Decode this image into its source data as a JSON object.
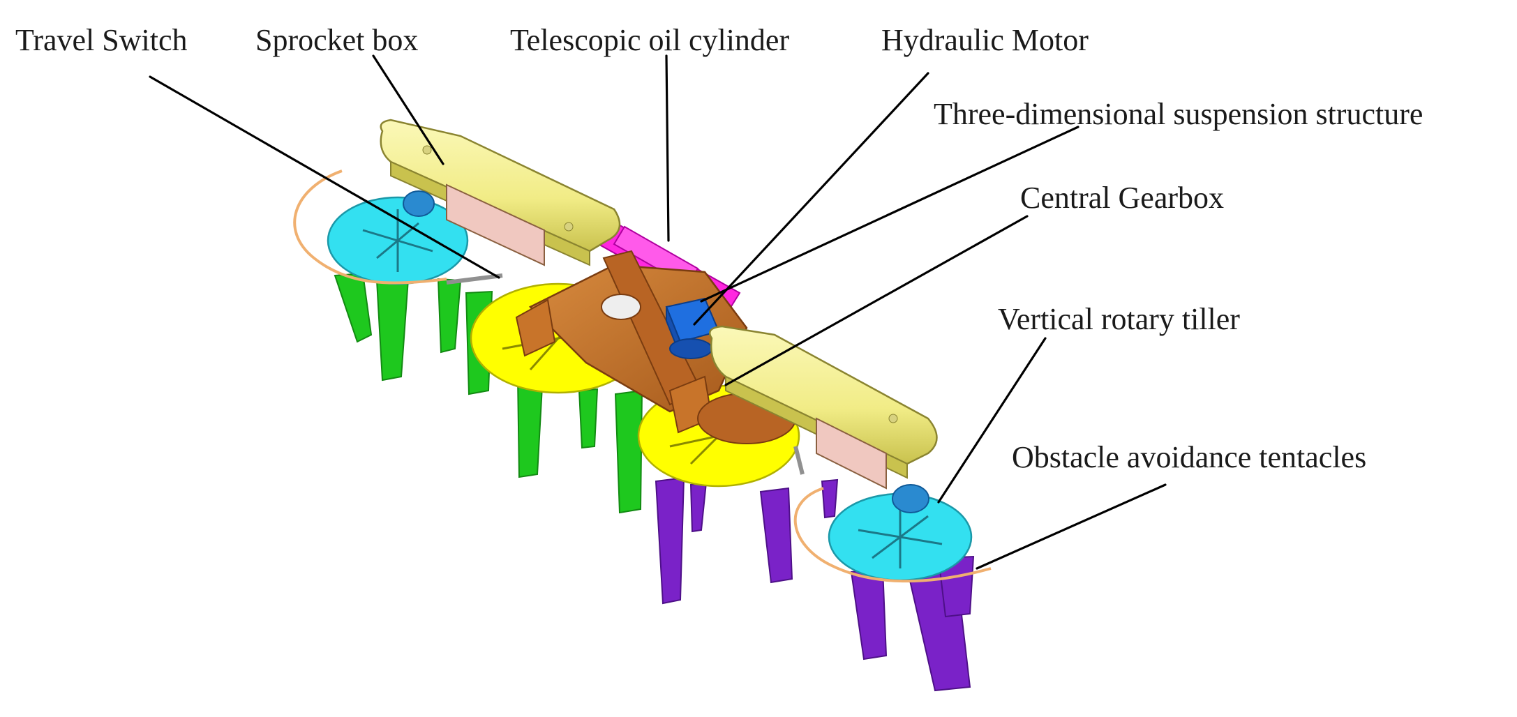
{
  "labels": {
    "travel_switch": "Travel Switch",
    "sprocket_box": "Sprocket box",
    "telescopic_oil_cylinder": "Telescopic oil cylinder",
    "hydraulic_motor": "Hydraulic Motor",
    "suspension_structure": "Three-dimensional suspension structure",
    "central_gearbox": "Central Gearbox",
    "vertical_rotary_tiller": "Vertical rotary tiller",
    "obstacle_avoidance_tentacles": "Obstacle avoidance tentacles"
  },
  "colors": {
    "sprocket_box": "#f3ee8a",
    "telescopic_cylinder": "#ff28e0",
    "hydraulic_motor": "#1f6fe0",
    "gearbox_frame": "#c8742a",
    "outer_discs": "#33e0f0",
    "inner_discs": "#ffff00",
    "left_blades": "#1ec81e",
    "right_blades": "#7a22c8",
    "tentacles": "#f0b070"
  }
}
